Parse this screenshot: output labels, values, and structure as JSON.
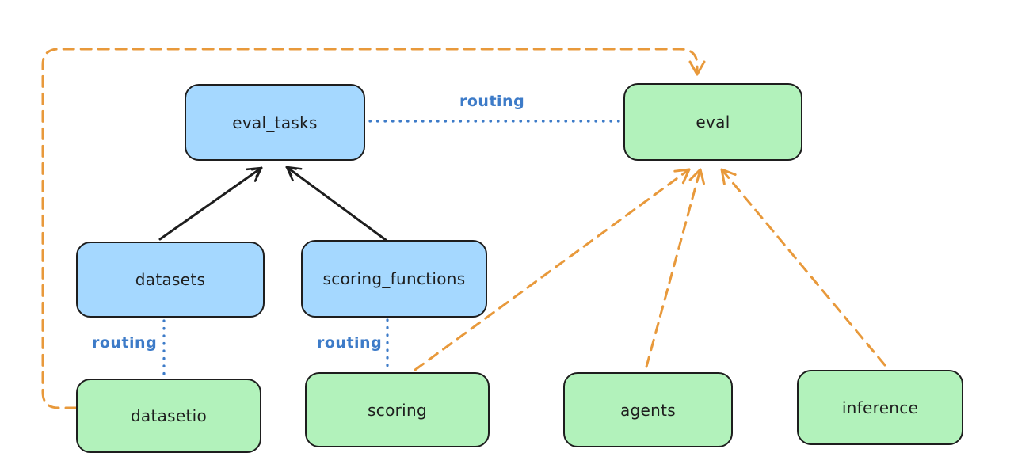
{
  "diagram": {
    "style": "excalidraw-hand-drawn",
    "background": "#ffffff",
    "colors": {
      "blue_node_fill": "#a5d8ff",
      "green_node_fill": "#b2f2bb",
      "node_stroke": "#1e1e1e",
      "routing_label_blue": "#3d7bc8",
      "provider_arrow_orange": "#e8993b"
    },
    "nodes": {
      "eval_tasks": {
        "label": "eval_tasks",
        "color": "blue"
      },
      "eval": {
        "label": "eval",
        "color": "green"
      },
      "datasets": {
        "label": "datasets",
        "color": "blue"
      },
      "scoring_functions": {
        "label": "scoring_functions",
        "color": "blue"
      },
      "datasetio": {
        "label": "datasetio",
        "color": "green"
      },
      "scoring": {
        "label": "scoring",
        "color": "green"
      },
      "agents": {
        "label": "agents",
        "color": "green"
      },
      "inference": {
        "label": "inference",
        "color": "green"
      }
    },
    "edges": [
      {
        "from": "datasets",
        "to": "eval_tasks",
        "style": "solid-black-arrow",
        "label": ""
      },
      {
        "from": "scoring_functions",
        "to": "eval_tasks",
        "style": "solid-black-arrow",
        "label": ""
      },
      {
        "from": "eval_tasks",
        "to": "eval",
        "style": "dotted-blue-line",
        "label": "routing"
      },
      {
        "from": "datasets",
        "to": "datasetio",
        "style": "dotted-blue-line",
        "label": "routing"
      },
      {
        "from": "scoring_functions",
        "to": "scoring",
        "style": "dotted-blue-line",
        "label": "routing"
      },
      {
        "from": "datasetio",
        "to": "eval",
        "style": "dashed-orange-arrow",
        "label": ""
      },
      {
        "from": "scoring",
        "to": "eval",
        "style": "dashed-orange-arrow",
        "label": ""
      },
      {
        "from": "agents",
        "to": "eval",
        "style": "dashed-orange-arrow",
        "label": ""
      },
      {
        "from": "inference",
        "to": "eval",
        "style": "dashed-orange-arrow",
        "label": ""
      }
    ]
  }
}
